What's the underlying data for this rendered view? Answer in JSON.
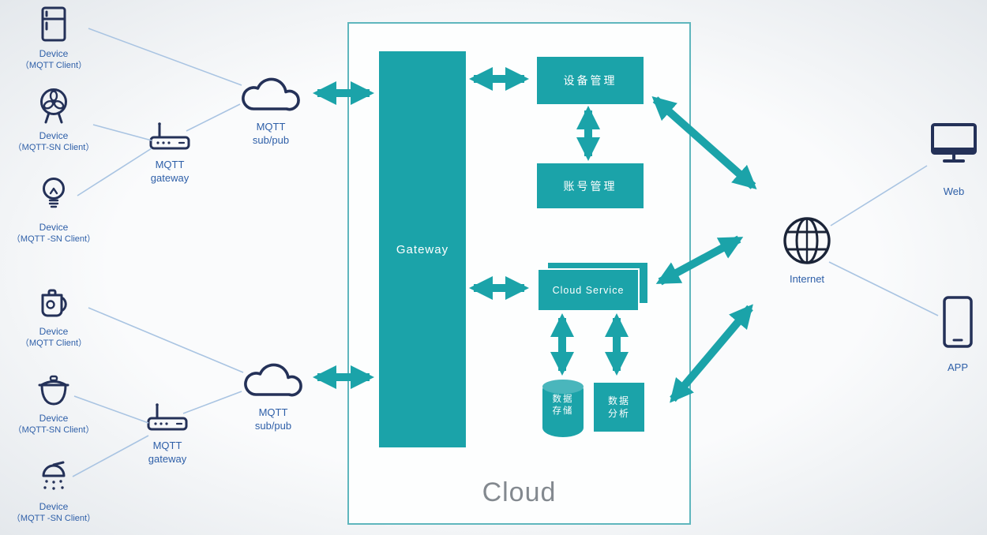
{
  "colors": {
    "teal": "#1BA3A9",
    "navy": "#243158",
    "label_blue": "#2E5FA8",
    "connector_blue": "#A9C4E2",
    "panel_border": "#5FB6BD",
    "title_gray": "#83898F"
  },
  "left_top": {
    "devices": [
      {
        "name": "Device",
        "type": "（MQTT Client）"
      },
      {
        "name": "Device",
        "type": "（MQTT-SN Client）"
      },
      {
        "name": "Device",
        "type": "（MQTT -SN Client）"
      }
    ],
    "gateway": {
      "line1": "MQTT",
      "line2": "gateway"
    },
    "cloud": {
      "line1": "MQTT",
      "line2": "sub/pub"
    }
  },
  "left_bottom": {
    "devices": [
      {
        "name": "Device",
        "type": "（MQTT Client）"
      },
      {
        "name": "Device",
        "type": "（MQTT-SN Client）"
      },
      {
        "name": "Device",
        "type": "（MQTT -SN Client）"
      }
    ],
    "gateway": {
      "line1": "MQTT",
      "line2": "gateway"
    },
    "cloud": {
      "line1": "MQTT",
      "line2": "sub/pub"
    }
  },
  "cloud_panel": {
    "title": "Cloud",
    "gateway": "Gateway",
    "device_management": "设备管理",
    "account_management": "账号管理",
    "cloud_service": "Cloud Service",
    "data_storage": {
      "line1": "数据",
      "line2": "存储"
    },
    "data_analysis": {
      "line1": "数据",
      "line2": "分析"
    }
  },
  "right": {
    "internet": "Internet",
    "web": "Web",
    "app": "APP"
  }
}
